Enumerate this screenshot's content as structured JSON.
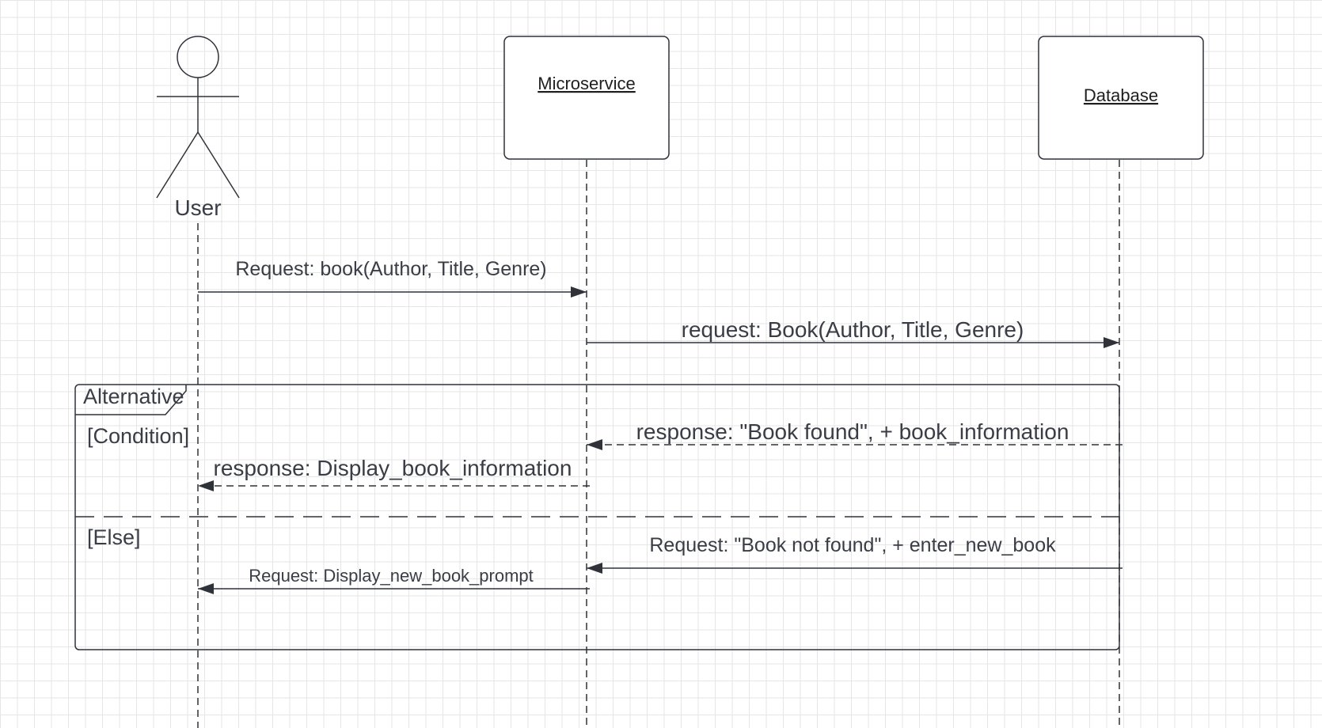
{
  "participants": {
    "user": {
      "label": "User"
    },
    "microservice": {
      "label": "Microservice"
    },
    "database": {
      "label": "Database"
    }
  },
  "messages": {
    "m1": "Request: book(Author, Title, Genre)",
    "m2": "request: Book(Author, Title, Genre)",
    "m3": "response: \"Book found\", + book_information",
    "m4": "response: Display_book_information",
    "m5": "Request: \"Book not found\", + enter_new_book",
    "m6": "Request: Display_new_book_prompt"
  },
  "fragment": {
    "type_label": "Alternative",
    "condition_guard": "[Condition]",
    "else_guard": "[Else]"
  },
  "colors": {
    "line": "#2f3238",
    "text": "#3a3d45",
    "grid": "#e6e6e6"
  }
}
